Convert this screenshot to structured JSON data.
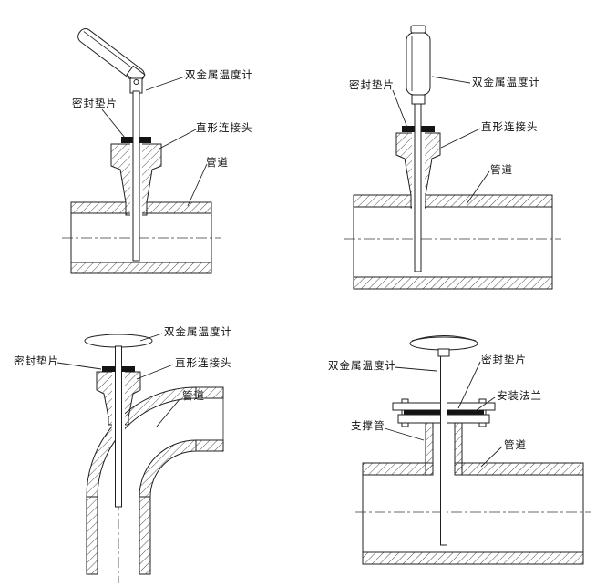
{
  "colors": {
    "ink": "#1f1f1f",
    "background": "#ffffff"
  },
  "diagrams": {
    "top_left": {
      "thermometer": "双金属温度计",
      "gasket": "密封垫片",
      "connector": "直形连接头",
      "pipe": "管道"
    },
    "top_right": {
      "gasket": "密封垫片",
      "thermometer": "双金属温度计",
      "connector": "直形连接头",
      "pipe": "管道"
    },
    "bottom_left": {
      "thermometer": "双金属温度计",
      "connector": "直形连接头",
      "gasket": "密封垫片",
      "pipe": "管道"
    },
    "bottom_right": {
      "thermometer": "双金属温度计",
      "gasket": "密封垫片",
      "flange": "安装法兰",
      "support_pipe": "支撑管",
      "pipe": "管道"
    }
  }
}
